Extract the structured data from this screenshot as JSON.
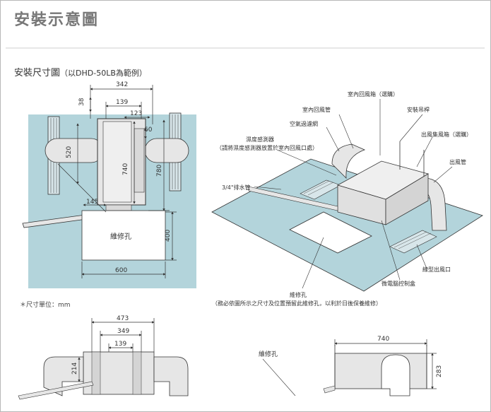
{
  "title": "安裝示意圖",
  "subtitle_main": "安裝尺寸圖",
  "subtitle_note": "（以DHD-50LB為範例）",
  "unit_note": "＊尺寸單位：mm",
  "colors": {
    "plate": "#b3d4db",
    "unit": "#e6e6e6",
    "line": "#333333",
    "hole": "#ffffff"
  },
  "top_view": {
    "dims": [
      "342",
      "38",
      "139",
      "123",
      "60",
      "520",
      "740",
      "780",
      "145",
      "400",
      "600"
    ],
    "hole_label": "維修孔"
  },
  "iso_view": {
    "labels": {
      "indoor_box": "室內回風箱（選購）",
      "indoor_pipe": "室內回風管",
      "filter": "空氣過濾網",
      "hanger": "安裝吊桿",
      "outlet_box": "出風集風箱（選購）",
      "outlet_pipe": "出風管",
      "sensor": "濕度感測器",
      "sensor_note": "（請將濕度感測器放置於室內回風口處）",
      "drain": "3/4\"排水管",
      "linear_outlet": "線型出風口",
      "controller": "微電腦控制盒",
      "hole": "維修孔",
      "hole_note": "（務必依圖所示之尺寸及位置預留此維修孔，以利於日後保養維修）"
    }
  },
  "bottom_left": {
    "dims": [
      "473",
      "349",
      "139",
      "214"
    ]
  },
  "bottom_mid": {
    "hole_label": "維修孔"
  },
  "bottom_right": {
    "dims": [
      "740",
      "283"
    ]
  }
}
